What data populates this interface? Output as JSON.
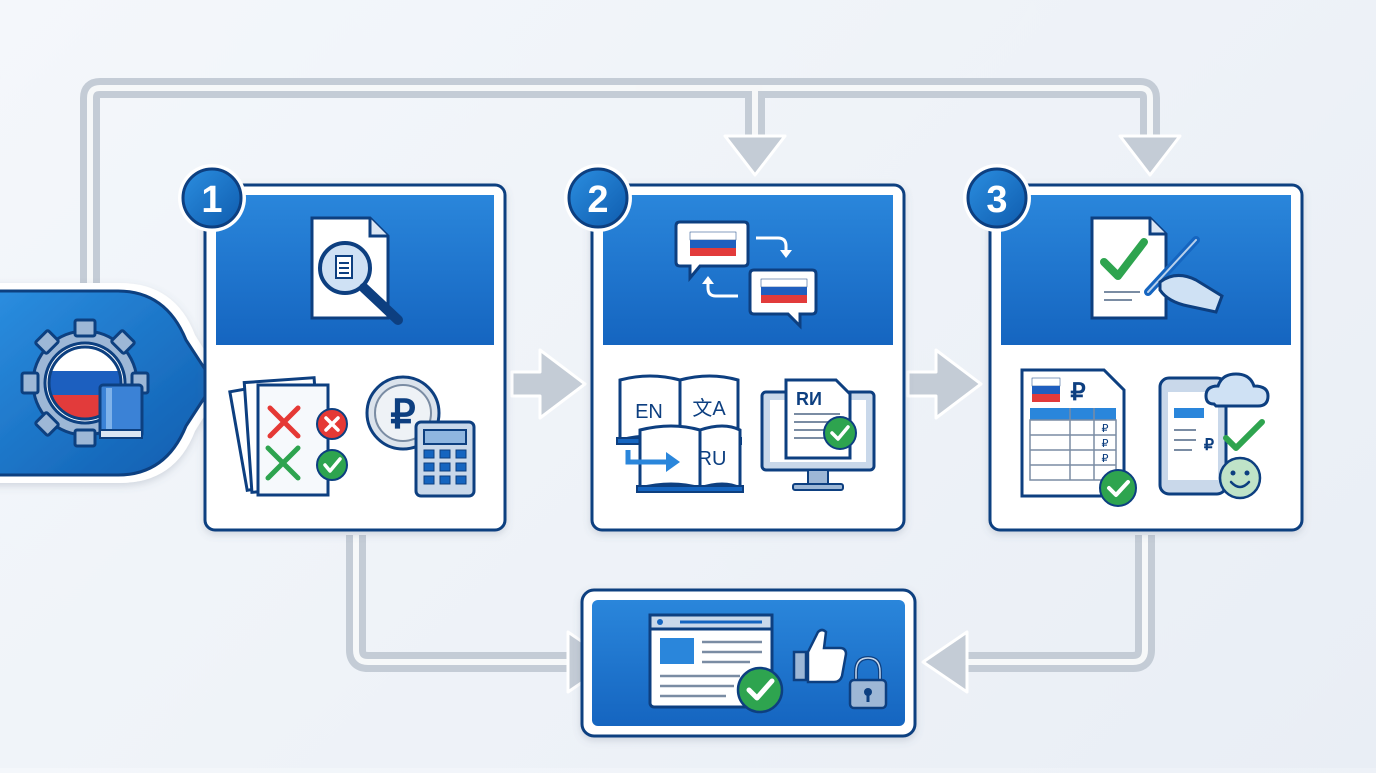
{
  "steps": [
    {
      "number": "1"
    },
    {
      "number": "2"
    },
    {
      "number": "3"
    }
  ],
  "labels": {
    "lang_source": "EN",
    "lang_translate_glyph": "文A",
    "lang_target": "RU",
    "doc_code": "RИ",
    "ruble_sign": "₽"
  },
  "colors": {
    "primary_blue": "#1565c0",
    "panel_blue": "#1a73d0",
    "dark_blue": "#0d3f80",
    "success_green": "#2ea44f",
    "error_red": "#e53935",
    "arrow_gray": "#c4ccd6"
  },
  "icons": {
    "start_badge": [
      "gear-icon",
      "russian-flag-icon",
      "book-icon"
    ],
    "step1_header": "document-search-icon",
    "step1_body": [
      "error-documents-icon",
      "ruble-coin-icon",
      "calculator-icon"
    ],
    "step2_header": "flag-translation-icon",
    "step2_body": [
      "dictionary-translation-icon",
      "monitor-document-icon"
    ],
    "step3_header": "sign-document-icon",
    "step3_body": [
      "ruble-spreadsheet-icon",
      "mobile-cloud-icon",
      "smiley-icon"
    ],
    "final": [
      "webpage-icon",
      "thumbs-up-icon",
      "lock-icon"
    ]
  }
}
